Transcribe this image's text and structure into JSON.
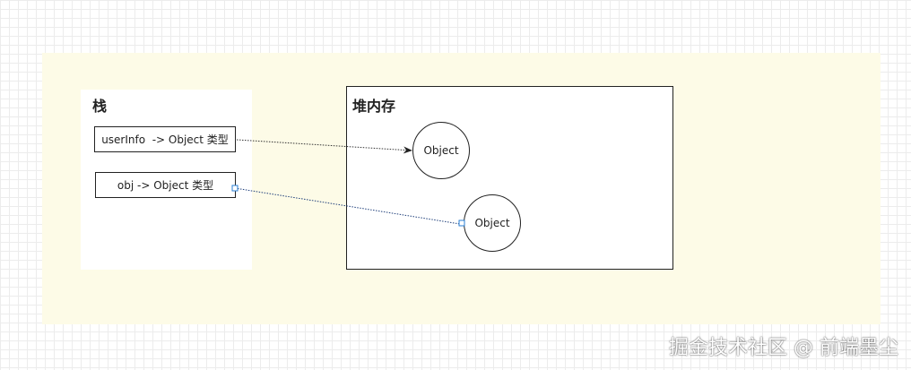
{
  "stack": {
    "title": "栈",
    "vars": [
      {
        "label": "userInfo  -> Object 类型"
      },
      {
        "label": "obj -> Object 类型"
      }
    ]
  },
  "heap": {
    "title": "堆内存",
    "objects": [
      {
        "label": "Object"
      },
      {
        "label": "Object"
      }
    ]
  },
  "watermark": "掘金技术社区 @ 前端墨尘",
  "colors": {
    "canvas_bg": "#fdfbe7",
    "border": "#222222",
    "link_1": "#333333",
    "link_2": "#1f3f7a",
    "handle": "#2a7fd4"
  }
}
